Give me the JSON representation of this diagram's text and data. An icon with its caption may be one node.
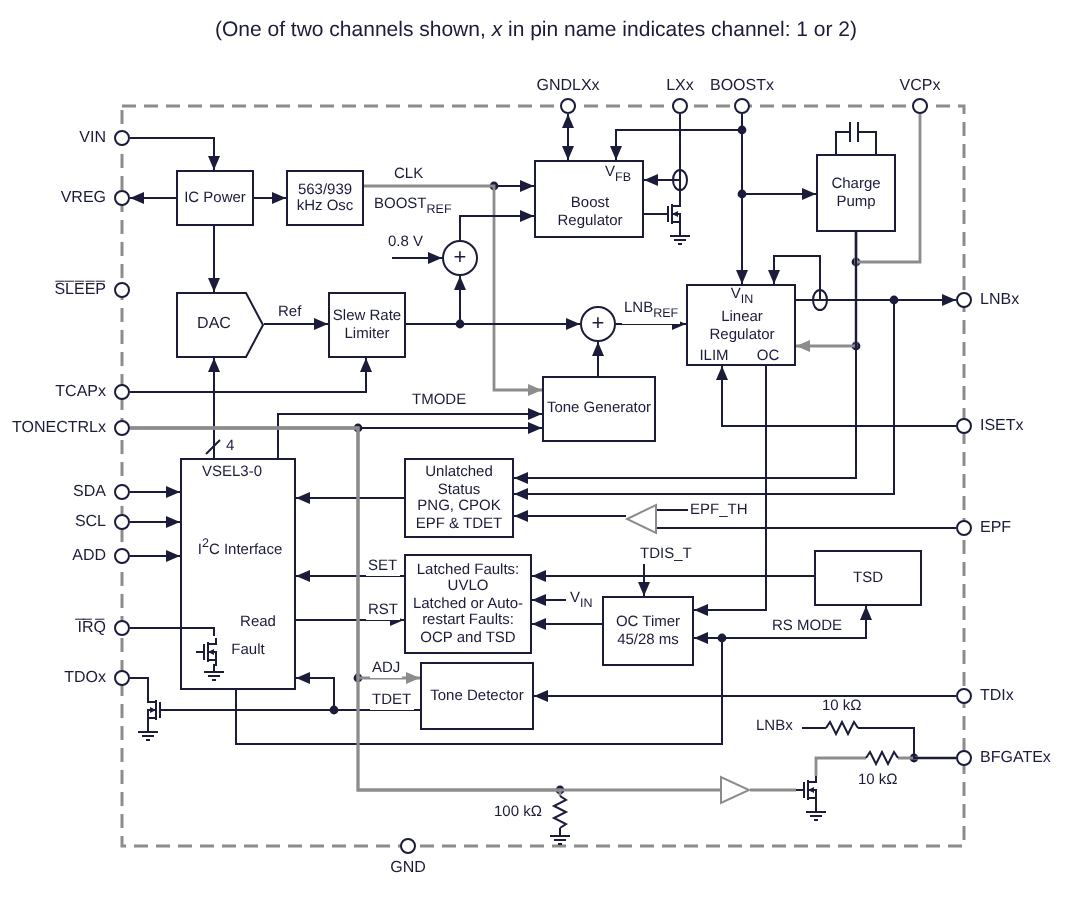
{
  "diagram": {
    "title": "(One of two channels shown, *x* in pin name indicates channel: 1 or 2)",
    "nodes": [
      {
        "text": [
          "VIN"
        ]
      },
      {
        "text": [
          "VREG"
        ]
      },
      {
        "text": [
          "S̅L̅E̅E̅P̅"
        ]
      },
      {
        "text": [
          "TCAPx"
        ]
      },
      {
        "text": [
          "TONECTRLx"
        ]
      },
      {
        "text": [
          "SDA"
        ]
      },
      {
        "text": [
          "SCL"
        ]
      },
      {
        "text": [
          "ADD"
        ]
      },
      {
        "text": [
          "I̅R̅Q̅"
        ]
      },
      {
        "text": [
          "TDOx"
        ]
      },
      {
        "text": [
          "GNDLXx"
        ]
      },
      {
        "text": [
          "LXx"
        ]
      },
      {
        "text": [
          "BOOSTx"
        ]
      },
      {
        "text": [
          "VCPx"
        ]
      },
      {
        "text": [
          "LNBx"
        ]
      },
      {
        "text": [
          "ISETx"
        ]
      },
      {
        "text": [
          "EPF"
        ]
      },
      {
        "text": [
          "TDIx"
        ]
      },
      {
        "text": [
          "BFGATEx"
        ]
      },
      {
        "text": [
          "GND"
        ]
      },
      {
        "text": [
          "IC Power"
        ]
      },
      {
        "text": [
          "563/939 kHz Osc"
        ]
      },
      {
        "text": [
          "V$_{FB}$",
          "Boost Regulator"
        ]
      },
      {
        "text": [
          "Charge Pump"
        ]
      },
      {
        "text": [
          "+"
        ]
      },
      {
        "text": [
          "DAC"
        ]
      },
      {
        "text": [
          "Slew Rate Limiter"
        ]
      },
      {
        "text": [
          "+"
        ]
      },
      {
        "text": [
          "V$_{IN}$",
          "Linear Regulator",
          "ILIM",
          "OC"
        ]
      },
      {
        "text": [
          "Tone Generator"
        ]
      },
      {
        "text": [
          "VSEL3-0",
          "I$^{2}$C Interface",
          "Read",
          "Fault"
        ]
      },
      {
        "text": [
          "Unlatched Status",
          "PNG, CPOK EPF & TDET"
        ]
      },
      {
        "text": [
          "Latched Faults:",
          "UVLO",
          "Latched or Auto-restart Faults: OCP and TSD"
        ]
      },
      {
        "text": [
          "OC Timer 45/28 ms"
        ]
      },
      {
        "text": [
          "TSD"
        ]
      },
      {
        "text": [
          "Tone Detector"
        ]
      },
      {
        "text": [],
        "shape": "triangle"
      },
      {
        "text": [],
        "shape": "triangle"
      },
      {
        "text": [],
        "shape": "transistor"
      },
      {
        "text": [],
        "shape": "transistor",
        "in": 30
      },
      {
        "text": [],
        "shape": "transistor"
      },
      {
        "text": [],
        "shape": "transistor"
      },
      {
        "text": [],
        "shape": "resistor",
        "beside": [
          "10 kΩ"
        ]
      },
      {
        "text": [],
        "shape": "resistor",
        "beside": [
          "10 kΩ"
        ]
      },
      {
        "text": [],
        "shape": "resistor",
        "beside": [
          "100 kΩ"
        ]
      },
      {
        "text": [
          "LNBx"
        ]
      },
      {
        "text": [
          "EPF_TH"
        ]
      },
      {
        "text": [
          "TDIS_T"
        ]
      }
    ],
    "edges": [
      {
        "from": 0,
        "to": 20,
        "arrow": "to"
      },
      {
        "from": 20,
        "to": 1,
        "arrow": "to"
      },
      {
        "from": 20,
        "to": 21,
        "arrow": "to"
      },
      {
        "from": 20,
        "to": 25,
        "arrow": "to"
      },
      {
        "from": 21,
        "to": 22,
        "arrow": "to",
        "label": "CLK"
      },
      {
        "from": 21,
        "to": 29,
        "arrow": "to",
        "color": "#8c8c8c"
      },
      {
        "from": 24,
        "to": 22,
        "arrow": "to",
        "label": "BOOST$_{REF}$"
      },
      {
        "from": null,
        "to": 24,
        "arrow": "to",
        "label": "0.8 V"
      },
      {
        "from": 25,
        "to": 26,
        "arrow": "to",
        "label": "Ref"
      },
      {
        "from": 26,
        "to": 27,
        "arrow": "to"
      },
      {
        "from": 26,
        "to": 24,
        "arrow": "to"
      },
      {
        "from": 27,
        "to": 28,
        "arrow": "to",
        "label": "LNB$_{REF}$"
      },
      {
        "from": 29,
        "to": 27,
        "arrow": "to"
      },
      {
        "from": 3,
        "to": 26,
        "arrow": "to"
      },
      {
        "from": 4,
        "to": 29,
        "arrow": "to"
      },
      {
        "from": 30,
        "to": 25,
        "arrow": "to",
        "label": "4"
      },
      {
        "from": 30,
        "to": 29,
        "arrow": "to",
        "label": "TMODE"
      },
      {
        "from": 5,
        "to": 30,
        "arrow": "to"
      },
      {
        "from": 6,
        "to": 30,
        "arrow": "to"
      },
      {
        "from": 7,
        "to": 30,
        "arrow": "to"
      },
      {
        "from": 31,
        "to": 30,
        "arrow": "to"
      },
      {
        "from": 32,
        "to": 30,
        "arrow": "to",
        "label": "SET"
      },
      {
        "from": 30,
        "to": 32,
        "arrow": "to",
        "label": "RST"
      },
      {
        "from": 8,
        "to": 39,
        "arrow": "none"
      },
      {
        "from": 35,
        "to": 30,
        "arrow": "to",
        "label": "TDET"
      },
      {
        "from": 35,
        "to": 40,
        "arrow": "none"
      },
      {
        "from": 40,
        "to": 9,
        "arrow": "none"
      },
      {
        "from": 12,
        "to": 22,
        "arrow": "to"
      },
      {
        "from": 12,
        "to": 23,
        "arrow": "to"
      },
      {
        "from": 12,
        "to": 28,
        "arrow": "to"
      },
      {
        "from": 10,
        "to": 22,
        "arrow": "both"
      },
      {
        "from": 11,
        "to": 22,
        "arrow": "to"
      },
      {
        "from": 22,
        "to": 38,
        "arrow": "none"
      },
      {
        "from": 38,
        "to": 11,
        "arrow": "none"
      },
      {
        "from": 23,
        "to": 13,
        "arrow": "none",
        "color": "#8c8c8c"
      },
      {
        "from": 23,
        "to": 28,
        "arrow": "to",
        "color": "#8c8c8c"
      },
      {
        "from": 23,
        "to": 31,
        "arrow": "to"
      },
      {
        "from": 28,
        "to": 14,
        "arrow": "to"
      },
      {
        "from": 14,
        "to": 28,
        "arrow": "to"
      },
      {
        "from": 14,
        "to": 31,
        "arrow": "to"
      },
      {
        "from": 36,
        "to": 31,
        "arrow": "to"
      },
      {
        "from": 16,
        "to": 36,
        "arrow": "none"
      },
      {
        "from": 46,
        "to": 36,
        "arrow": "none"
      },
      {
        "from": 15,
        "to": 28,
        "arrow": "to"
      },
      {
        "from": 28,
        "to": 33,
        "arrow": "to"
      },
      {
        "from": 47,
        "to": 33,
        "arrow": "to"
      },
      {
        "from": 34,
        "to": 32,
        "arrow": "to"
      },
      {
        "from": null,
        "to": 32,
        "arrow": "to",
        "label": "V$_{IN}$"
      },
      {
        "from": 33,
        "to": 32,
        "arrow": "to"
      },
      {
        "from": 30,
        "to": 33,
        "arrow": "to"
      },
      {
        "from": 30,
        "to": 34,
        "arrow": "to",
        "label": "RS MODE"
      },
      {
        "from": 17,
        "to": 35,
        "arrow": "to"
      },
      {
        "from": 4,
        "to": 35,
        "arrow": "to",
        "label": "ADJ",
        "color": "#8c8c8c"
      },
      {
        "from": 4,
        "to": 37,
        "arrow": "none",
        "color": "#8c8c8c"
      },
      {
        "from": 4,
        "to": 44,
        "arrow": "none",
        "color": "#8c8c8c"
      },
      {
        "from": 37,
        "to": 41,
        "arrow": "none",
        "color": "#8c8c8c"
      },
      {
        "from": 41,
        "to": 43,
        "arrow": "none",
        "color": "#8c8c8c"
      },
      {
        "from": 43,
        "to": 18,
        "arrow": "none",
        "color": "#8c8c8c"
      },
      {
        "from": 42,
        "to": 18,
        "arrow": "none"
      },
      {
        "from": 45,
        "to": 42,
        "arrow": "none"
      }
    ]
  }
}
